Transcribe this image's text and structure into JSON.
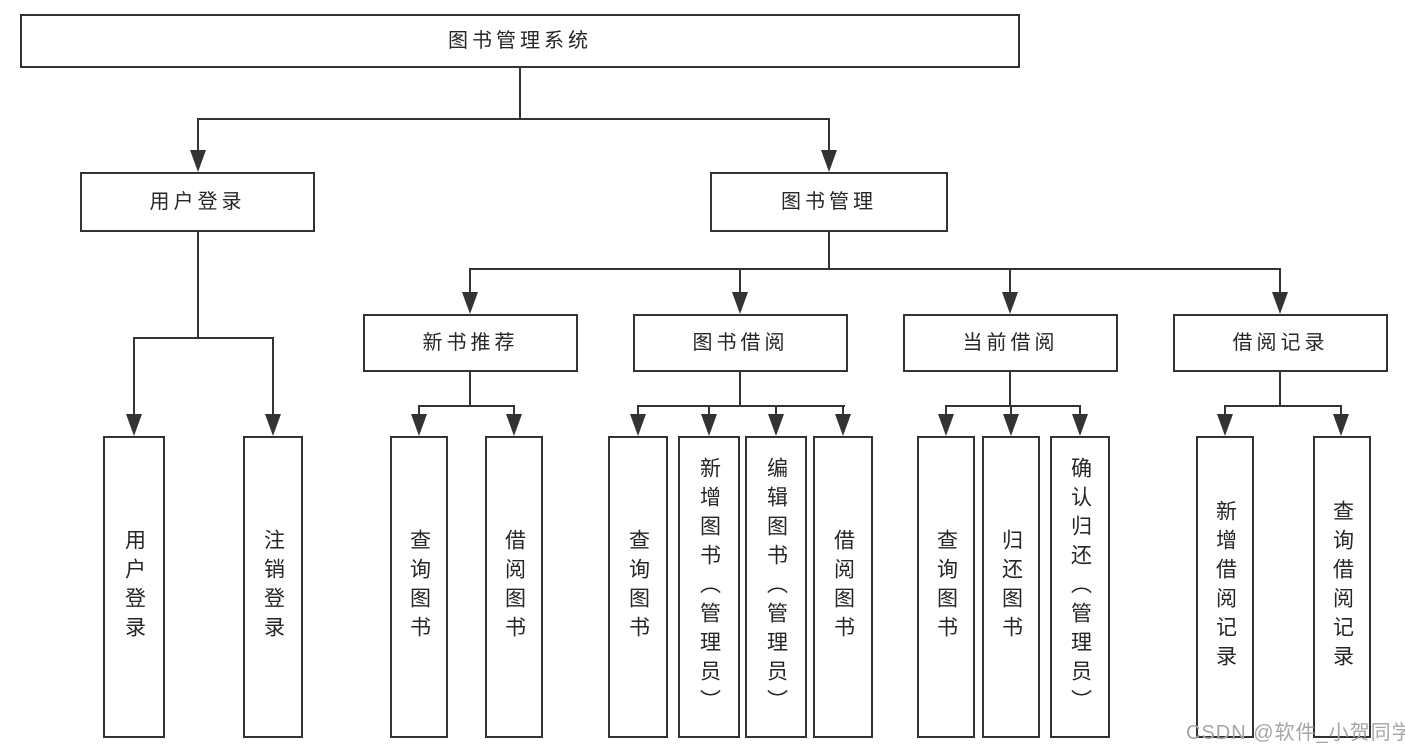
{
  "tree": {
    "label": "图书管理系统",
    "children": [
      {
        "label": "用户登录",
        "children": [
          {
            "label": "用户登录"
          },
          {
            "label": "注销登录"
          }
        ]
      },
      {
        "label": "图书管理",
        "children": [
          {
            "label": "新书推荐",
            "children": [
              {
                "label": "查询图书"
              },
              {
                "label": "借阅图书"
              }
            ]
          },
          {
            "label": "图书借阅",
            "children": [
              {
                "label": "查询图书"
              },
              {
                "label": "新增图书（管理员）"
              },
              {
                "label": "编辑图书（管理员）"
              },
              {
                "label": "借阅图书"
              }
            ]
          },
          {
            "label": "当前借阅",
            "children": [
              {
                "label": "查询图书"
              },
              {
                "label": "归还图书"
              },
              {
                "label": "确认归还（管理员）"
              }
            ]
          },
          {
            "label": "借阅记录",
            "children": [
              {
                "label": "新增借阅记录"
              },
              {
                "label": "查询借阅记录"
              }
            ]
          }
        ]
      }
    ]
  },
  "watermark": {
    "text": "CSDN @软件_小贺同学"
  },
  "colors": {
    "line": "#333333",
    "text": "#262626",
    "background": "#ffffff",
    "watermark": "#a6a6a6"
  }
}
